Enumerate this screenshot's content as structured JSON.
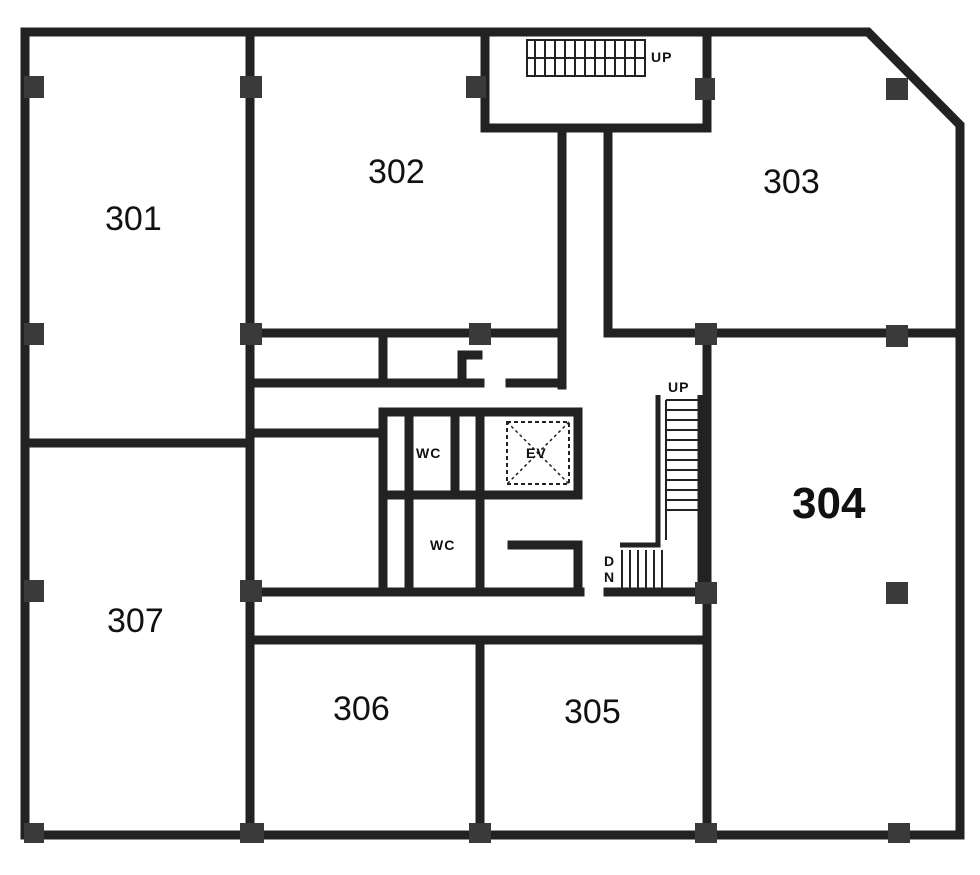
{
  "rooms": {
    "r301": "301",
    "r302": "302",
    "r303": "303",
    "r304": "304",
    "r305": "305",
    "r306": "306",
    "r307": "307"
  },
  "labels": {
    "wc_upper": "WC",
    "wc_lower": "WC",
    "ev": "EV",
    "up_top": "UP",
    "up_right": "UP",
    "dn_d": "D",
    "dn_n": "N"
  }
}
